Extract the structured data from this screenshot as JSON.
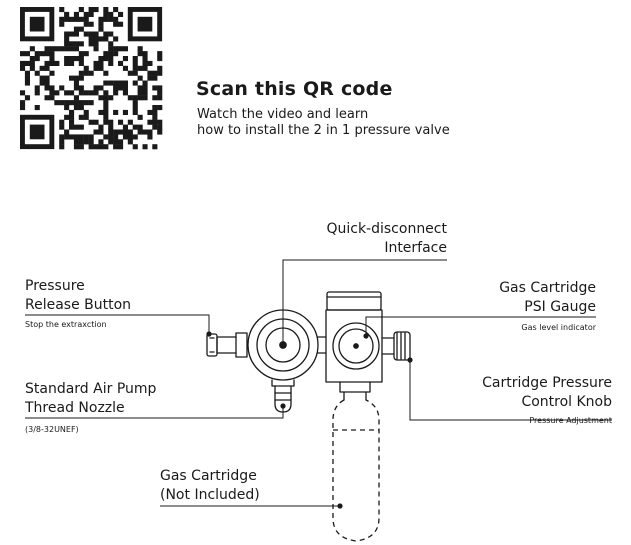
{
  "qr": {
    "heading": "Scan this QR code",
    "line1": "Watch the video and learn",
    "line2": "how to install the 2 in 1 pressure valve"
  },
  "callouts": {
    "quick_disconnect": {
      "line1": "Quick-disconnect",
      "line2": "Interface"
    },
    "pressure_release": {
      "line1": "Pressure",
      "line2": "Release Button",
      "note": "Stop the extraxction"
    },
    "psi_gauge": {
      "line1": "Gas Cartridge",
      "line2": "PSI Gauge",
      "note": "Gas level indicator"
    },
    "air_pump": {
      "line1": "Standard Air Pump",
      "line2": "Thread Nozzle",
      "note": "(3/8-32UNEF)"
    },
    "control_knob": {
      "line1": "Cartridge Pressure",
      "line2": "Control Knob",
      "note": "Pressure Adjustment"
    },
    "cartridge": {
      "line1": "Gas Cartridge",
      "line2": "(Not Included)"
    }
  }
}
